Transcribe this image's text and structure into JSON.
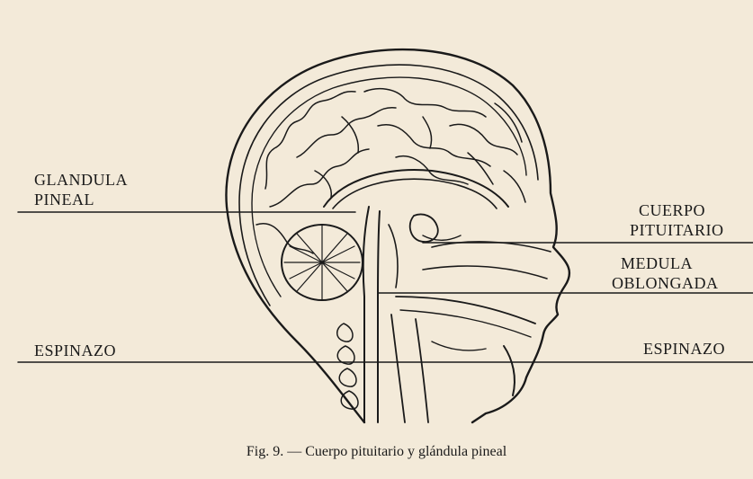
{
  "labels": {
    "glandula": "GLANDULA",
    "pineal": "PINEAL",
    "cuerpo": "CUERPO",
    "pituitario": "PITUITARIO",
    "medula": "MEDULA",
    "oblongada": "OBLONGADA",
    "espinazo_left": "ESPINAZO",
    "espinazo_right": "ESPINAZO"
  },
  "caption": "Fig. 9. — Cuerpo pituitario y glándula pineal",
  "colors": {
    "paper": "#f3ead9",
    "ink": "#1a1a1a"
  }
}
